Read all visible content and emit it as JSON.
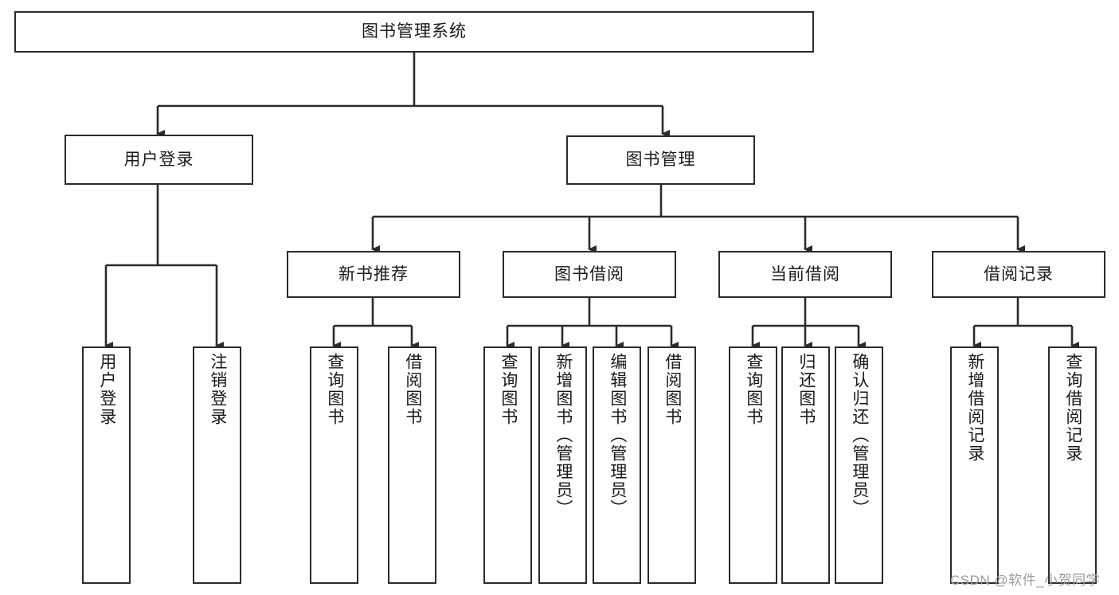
{
  "diagram": {
    "title": "图书管理系统",
    "type": "hierarchy-tree",
    "root": {
      "label": "图书管理系统"
    },
    "level2": [
      {
        "label": "用户登录"
      },
      {
        "label": "图书管理"
      }
    ],
    "level3": [
      {
        "label": "新书推荐"
      },
      {
        "label": "图书借阅"
      },
      {
        "label": "当前借阅"
      },
      {
        "label": "借阅记录"
      }
    ],
    "leaves": {
      "user_login": [
        {
          "label": "用户登录"
        },
        {
          "label": "注销登录"
        }
      ],
      "new_book_recommend": [
        {
          "label": "查询图书"
        },
        {
          "label": "借阅图书"
        }
      ],
      "book_borrow": [
        {
          "label": "查询图书"
        },
        {
          "label": "新增图书（管理员）"
        },
        {
          "label": "编辑图书（管理员）"
        },
        {
          "label": "借阅图书"
        }
      ],
      "current_borrow": [
        {
          "label": "查询图书"
        },
        {
          "label": "归还图书"
        },
        {
          "label": "确认归还（管理员）"
        }
      ],
      "borrow_record": [
        {
          "label": "新增借阅记录"
        },
        {
          "label": "查询借阅记录"
        }
      ]
    }
  },
  "watermark": {
    "text": "CSDN @软件_小贺同学"
  },
  "colors": {
    "stroke": "#2b2b2b",
    "background": "#ffffff",
    "text": "#1a1a1a",
    "watermark": "#9b9b9b"
  }
}
